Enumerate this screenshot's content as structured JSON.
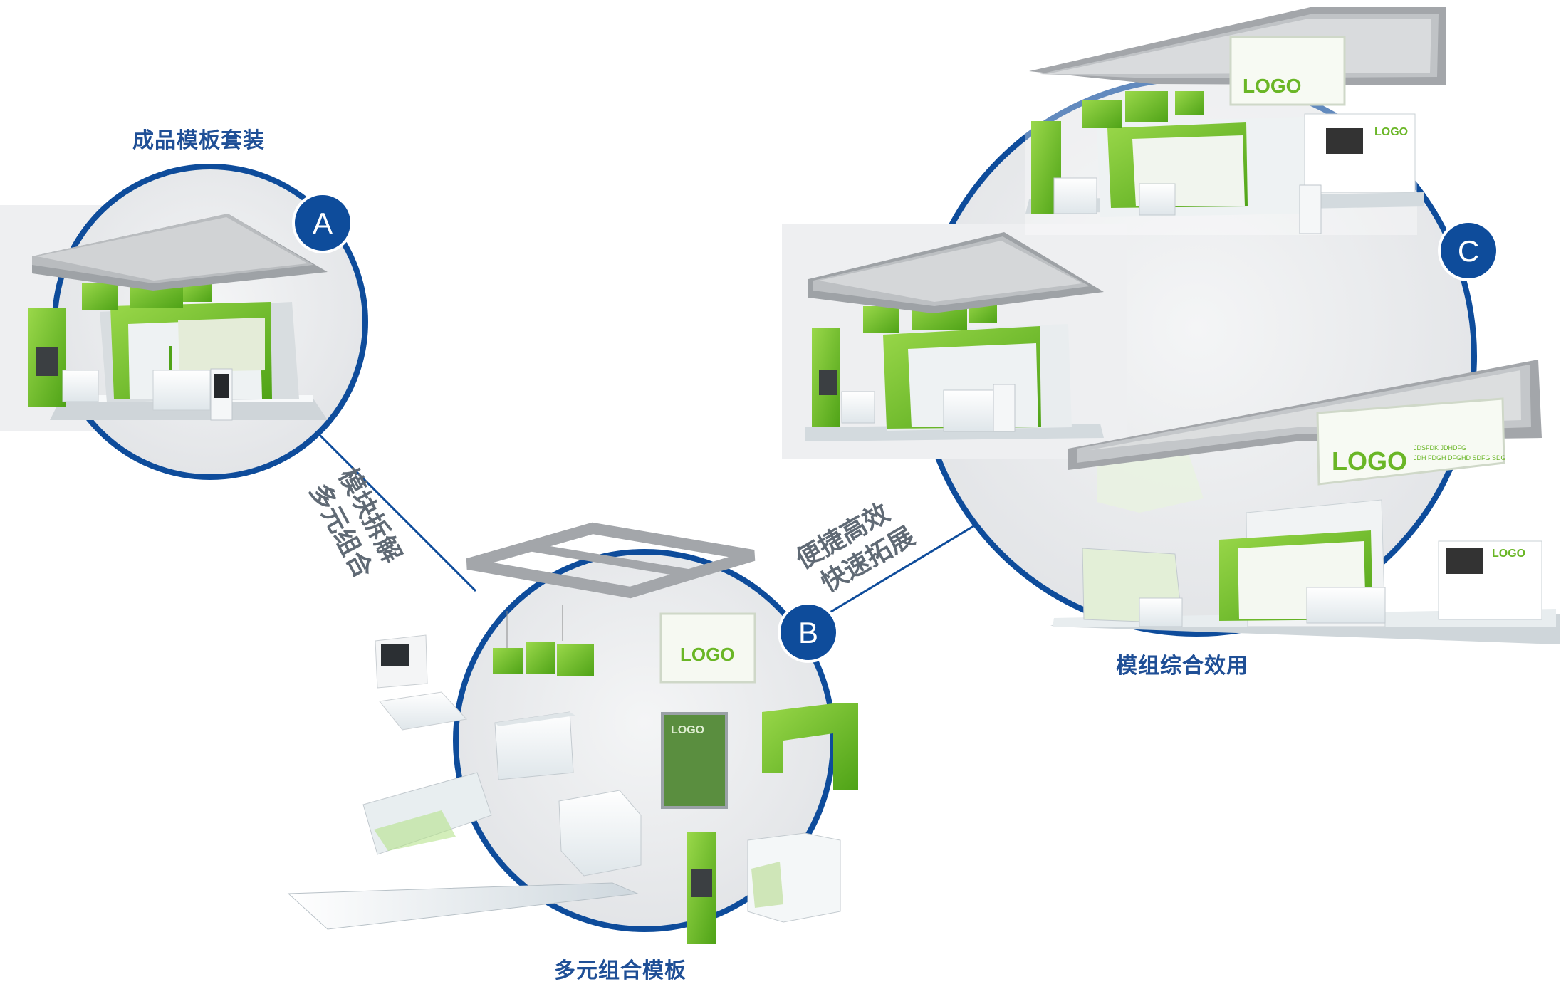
{
  "badges": {
    "a": "A",
    "b": "B",
    "c": "C"
  },
  "captions": {
    "a": "成品模板套装",
    "b": "多元组合模板",
    "c": "模组综合效用"
  },
  "connectors": {
    "ab_line1": "模块拆解",
    "ab_line2": "多元组合",
    "bc_line1": "便捷高效",
    "bc_line2": "快速拓展"
  },
  "logos": {
    "logo": "LOGO",
    "tagline1": "JDSFDK JDHDFG",
    "tagline2": "JDH FDGH DFGHD SDFG SDG"
  },
  "colors": {
    "accent_blue": "#0e4c9b",
    "green": "#7cc82a",
    "grey_bg": "#e6e7e9",
    "truss": "#8a8d92"
  }
}
